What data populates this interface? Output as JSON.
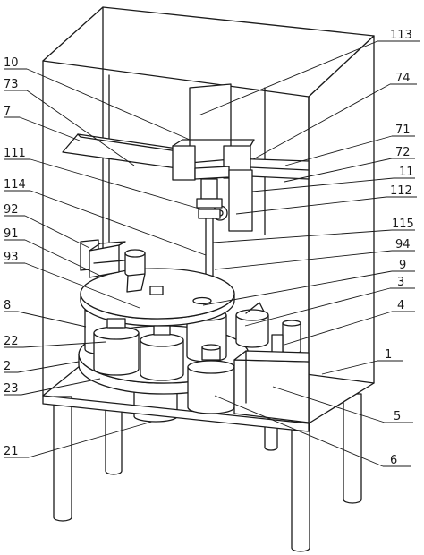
{
  "labels": {
    "l113": "113",
    "l10": "10",
    "l73": "73",
    "l7": "7",
    "l74": "74",
    "l71": "71",
    "l72": "72",
    "l11": "11",
    "l111": "111",
    "l112": "112",
    "l114": "114",
    "l115": "115",
    "l92": "92",
    "l91": "91",
    "l94": "94",
    "l93": "93",
    "l9": "9",
    "l3": "3",
    "l8": "8",
    "l4": "4",
    "l22": "22",
    "l1": "1",
    "l2": "2",
    "l23": "23",
    "l5": "5",
    "l21": "21",
    "l6": "6"
  }
}
